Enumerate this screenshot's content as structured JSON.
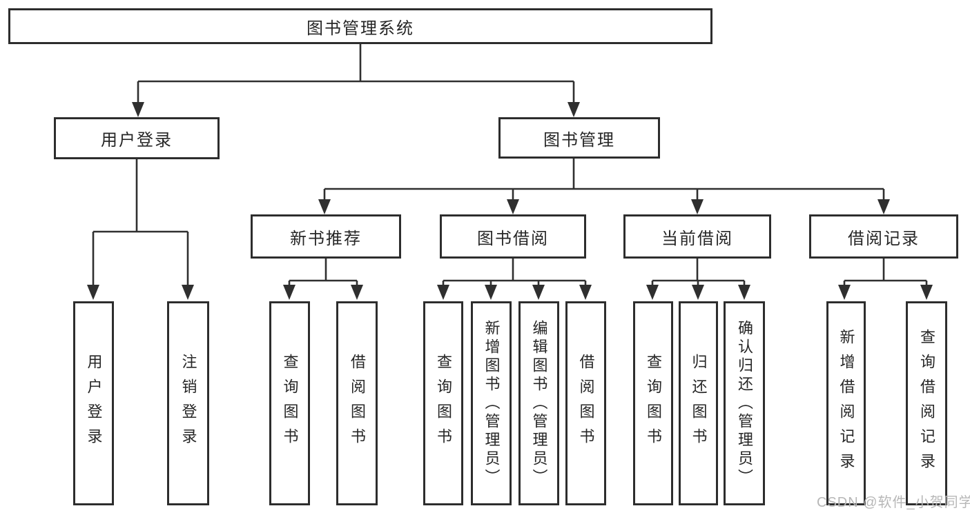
{
  "diagram": {
    "root": "图书管理系统",
    "branches": [
      {
        "label": "用户登录",
        "children": [
          "用户登录",
          "注销登录"
        ]
      },
      {
        "label": "图书管理",
        "groups": [
          {
            "label": "新书推荐",
            "children": [
              "查询图书",
              "借阅图书"
            ]
          },
          {
            "label": "图书借阅",
            "children": [
              "查询图书",
              "新增图书（管理员）",
              "编辑图书（管理员）",
              "借阅图书"
            ]
          },
          {
            "label": "当前借阅",
            "children": [
              "查询图书",
              "归还图书",
              "确认归还（管理员）"
            ]
          },
          {
            "label": "借阅记录",
            "children": [
              "新增借阅记录",
              "查询借阅记录"
            ]
          }
        ]
      }
    ]
  },
  "watermark": "CSDN @软件_小贺同学",
  "colors": {
    "line": "#2f2f2f",
    "box_border": "#2d2d2d",
    "box_fill": "#ffffff",
    "text": "#262626",
    "watermark": "#b7b7b7",
    "background": "#ffffff"
  }
}
